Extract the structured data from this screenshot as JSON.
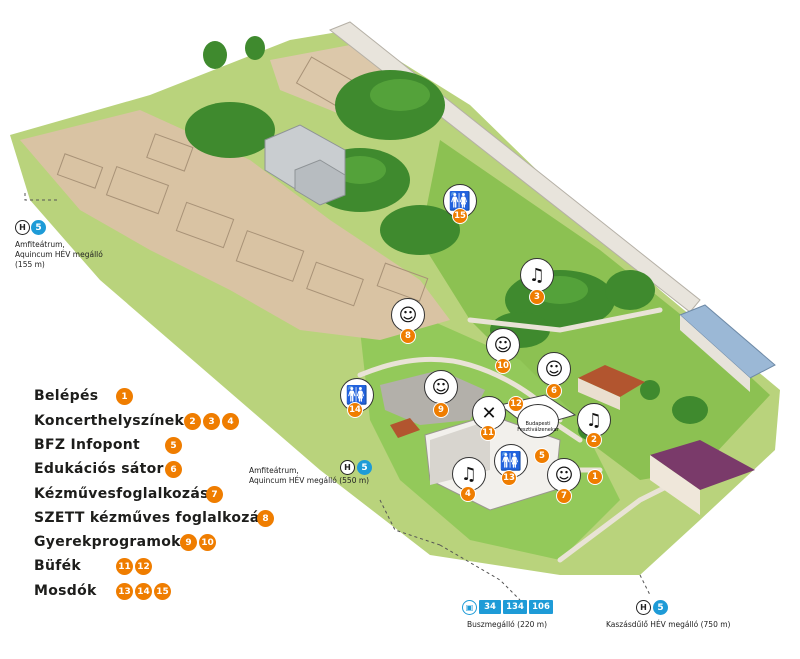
{
  "legend": [
    {
      "label": "Belépés",
      "numbers": [
        "1"
      ]
    },
    {
      "label": "Koncerthelyszínek",
      "numbers": [
        "2",
        "3",
        "4"
      ]
    },
    {
      "label": "BFZ Infopont",
      "numbers": [
        "5"
      ]
    },
    {
      "label": "Edukációs sátor",
      "numbers": [
        "6"
      ]
    },
    {
      "label": "Kézművesfoglalkozás",
      "numbers": [
        "7"
      ]
    },
    {
      "label": "SZETT kézműves foglalkozás",
      "numbers": [
        "8"
      ]
    },
    {
      "label": "Gyerekprogramok",
      "numbers": [
        "9",
        "10"
      ]
    },
    {
      "label": "Büfék",
      "numbers": [
        "11",
        "12"
      ]
    },
    {
      "label": "Mosdók",
      "numbers": [
        "13",
        "14",
        "15"
      ]
    }
  ],
  "transit": {
    "hev_west": {
      "symbol": "H",
      "line": "5",
      "caption_line1": "Amfiteátrum,",
      "caption_line2": "Aquincum HÉV megálló",
      "caption_line3": "(155 m)"
    },
    "hev_center": {
      "symbol": "H",
      "line": "5",
      "caption_line1": "Amfiteátrum,",
      "caption_line2": "Aquincum HÉV megálló (550 m)"
    },
    "bus": {
      "lines": [
        "34",
        "134",
        "106"
      ],
      "caption": "Buszmegálló (220 m)"
    },
    "hev_east": {
      "symbol": "H",
      "line": "5",
      "caption": "Kaszásdűlő HÉV megálló (750 m)"
    }
  },
  "stage_sign": "Budapesti Fesztiválzenekar",
  "map_markers": [
    {
      "number": "1",
      "icon": ""
    },
    {
      "number": "2",
      "icon": "music-note-icon"
    },
    {
      "number": "3",
      "icon": "music-note-icon"
    },
    {
      "number": "4",
      "icon": "music-note-icon"
    },
    {
      "number": "5",
      "icon": ""
    },
    {
      "number": "6",
      "icon": "children-icon"
    },
    {
      "number": "7",
      "icon": "children-icon"
    },
    {
      "number": "8",
      "icon": "children-icon"
    },
    {
      "number": "9",
      "icon": "playground-icon"
    },
    {
      "number": "10",
      "icon": "children-icon"
    },
    {
      "number": "11",
      "icon": "cutlery-icon"
    },
    {
      "number": "12",
      "icon": ""
    },
    {
      "number": "13",
      "icon": "restroom-icon"
    },
    {
      "number": "14",
      "icon": "restroom-icon"
    },
    {
      "number": "15",
      "icon": "restroom-icon"
    }
  ],
  "colors": {
    "accent": "#ef7d00",
    "transit": "#1e9bd7",
    "grass": "#8cc152",
    "ruins": "#d9c3a3",
    "trees": "#3f8a2e"
  }
}
